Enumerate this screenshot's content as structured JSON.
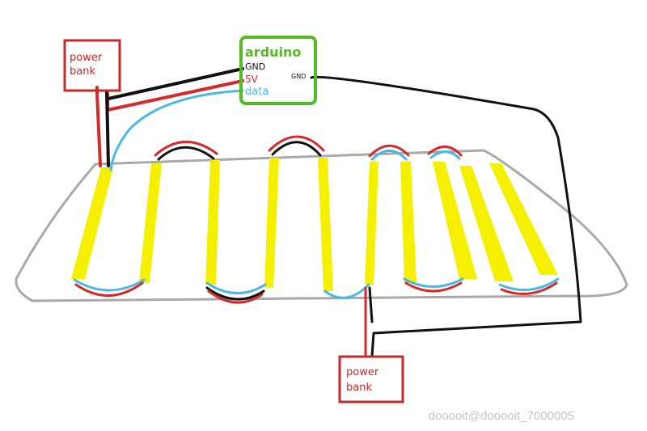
{
  "power_bank_top": {
    "line1": "power",
    "line2": "bank"
  },
  "power_bank_bottom": {
    "line1": "power",
    "line2": "bank"
  },
  "arduino": {
    "title": "arduino",
    "pin_gnd": "GND",
    "pin_5v": "5V",
    "pin_data": "data",
    "pin_gnd_right": "GND"
  },
  "watermark": "dooooit@dooooit_7000005",
  "colors": {
    "ground_wire": "#111111",
    "power_wire": "#d42a2a",
    "data_wire": "#4ab8e6",
    "arduino_outline": "#55bb22",
    "power_bank_outline": "#c42a2a",
    "led_strip": "#f5ef00",
    "table_outline": "#a9a9a9"
  }
}
